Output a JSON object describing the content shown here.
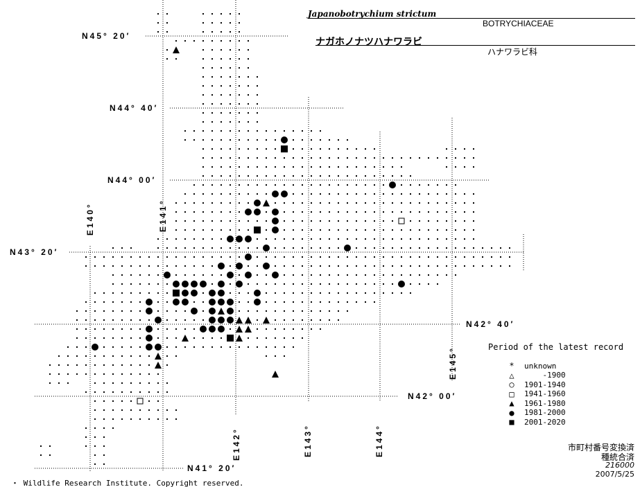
{
  "header": {
    "scientific_name": "Japanobotrychium strictum",
    "family_latin": "BOTRYCHIACEAE",
    "japanese_name": "ナガホノナツハナワラビ",
    "family_japanese": "ハナワラビ科"
  },
  "latitude_labels": [
    "N45° 20′",
    "N44° 40′",
    "N44° 00′",
    "N43° 20′",
    "N42° 40′",
    "N42° 00′",
    "N41° 20′"
  ],
  "longitude_labels": [
    "E140°",
    "E141°",
    "E142°",
    "E143°",
    "E144°",
    "E145°"
  ],
  "legend": {
    "title": "Period of the latest record",
    "items": [
      {
        "icon": "asterisk-icon",
        "symbol": "*",
        "label": "unknown"
      },
      {
        "icon": "open-triangle-icon",
        "symbol": "△",
        "label": "    -1900"
      },
      {
        "icon": "open-circle-icon",
        "symbol": "○",
        "label": "1901-1940"
      },
      {
        "icon": "open-square-icon",
        "symbol": "□",
        "label": "1941-1960"
      },
      {
        "icon": "filled-triangle-icon",
        "symbol": "▲",
        "label": "1961-1980"
      },
      {
        "icon": "filled-circle-icon",
        "symbol": "●",
        "label": "1981-2000"
      },
      {
        "icon": "filled-square-icon",
        "symbol": "■",
        "label": "2001-2020"
      }
    ]
  },
  "footer": {
    "line1": "市町村番号変換済",
    "line2": "種統合済",
    "code": "216000",
    "date": "2007/5/25",
    "copyright": "・ Wildlife Research Institute. Copyright reserved."
  }
}
